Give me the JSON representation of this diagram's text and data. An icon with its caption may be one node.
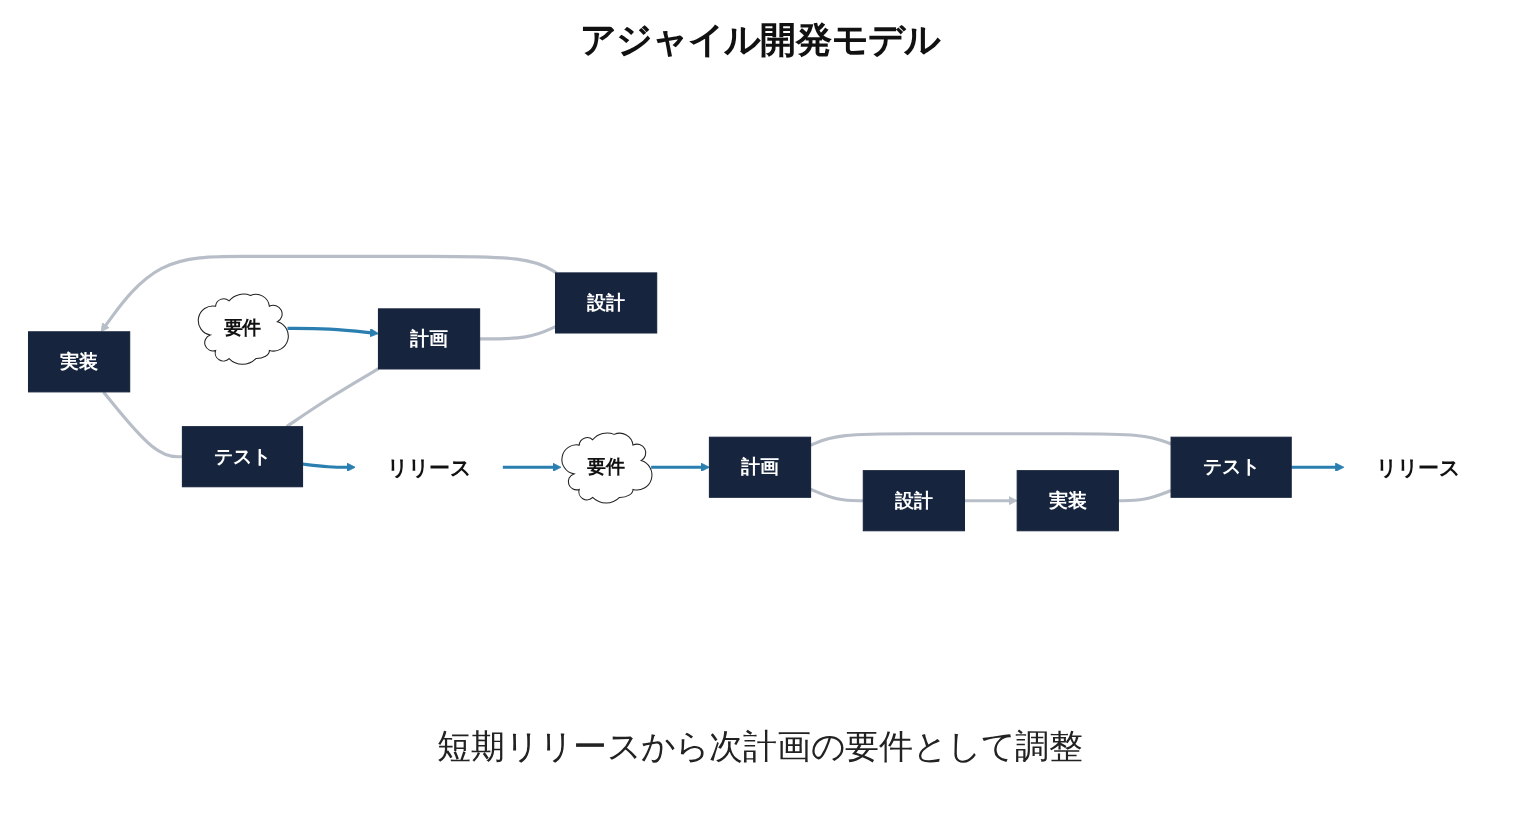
{
  "diagram": {
    "title": "アジャイル開発モデル",
    "caption": "短期リリースから次計画の要件として調整",
    "nodes": [
      {
        "text": [
          "実装"
        ]
      },
      {
        "text": [
          "設計"
        ]
      },
      {
        "text": [
          "テスト"
        ]
      },
      {
        "text": [
          "計画"
        ]
      },
      {
        "text": [
          "要件"
        ]
      },
      {
        "text": [
          "リリース"
        ]
      },
      {
        "text": [
          "実装"
        ]
      },
      {
        "text": [
          "設計"
        ]
      },
      {
        "text": [
          "テスト"
        ]
      },
      {
        "text": [
          "計画"
        ]
      },
      {
        "text": [
          "要件"
        ]
      },
      {
        "text": [
          "リリース"
        ]
      }
    ],
    "edges": [
      {
        "from": 3,
        "to": 1,
        "arrow": "none"
      },
      {
        "from": 1,
        "to": 0,
        "arrow": "to"
      },
      {
        "from": 0,
        "to": 2,
        "arrow": "none"
      },
      {
        "from": 2,
        "to": 3,
        "arrow": "none"
      },
      {
        "from": 2,
        "to": 5,
        "arrow": "to",
        "color": "#2a7fb0"
      },
      {
        "from": 4,
        "to": 3,
        "arrow": "to",
        "color": "#2a7fb0"
      },
      {
        "from": 5,
        "to": 10,
        "arrow": "to",
        "color": "#2a7fb0"
      },
      {
        "from": 9,
        "to": 7,
        "arrow": "none"
      },
      {
        "from": 7,
        "to": 6,
        "arrow": "to"
      },
      {
        "from": 6,
        "to": 8,
        "arrow": "none"
      },
      {
        "from": 8,
        "to": 9,
        "arrow": "none"
      },
      {
        "from": 8,
        "to": 11,
        "arrow": "to",
        "color": "#2a7fb0"
      },
      {
        "from": 10,
        "to": 9,
        "arrow": "to",
        "color": "#2a7fb0"
      }
    ]
  }
}
